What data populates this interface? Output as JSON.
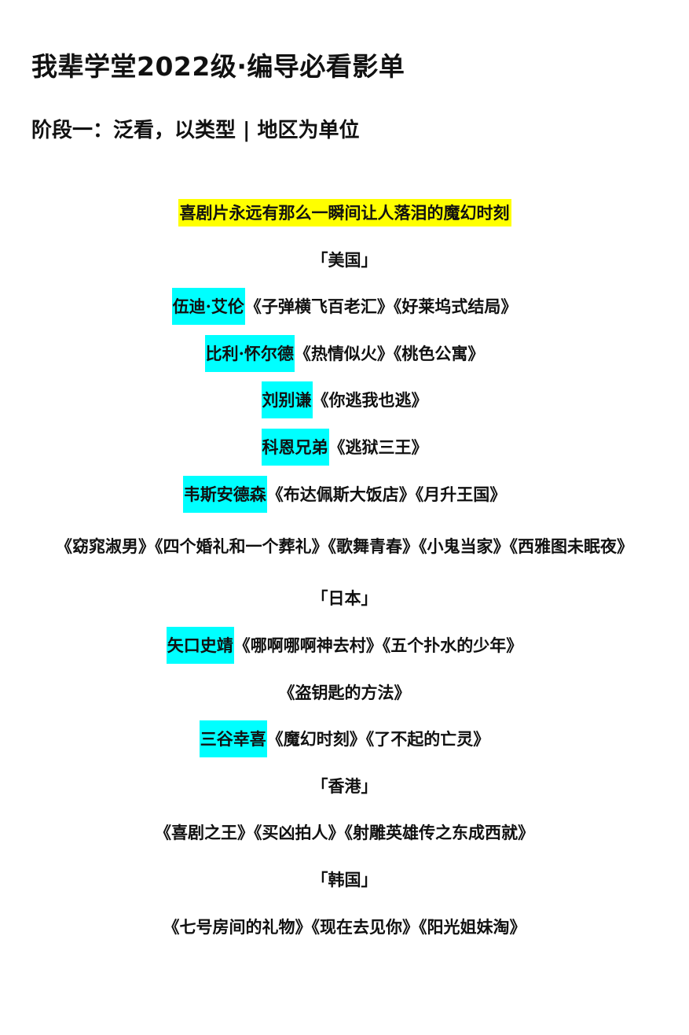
{
  "doc": {
    "title": "我辈学堂2022级·编导必看影单",
    "stage": "阶段一：泛看，以类型 | 地区为单位"
  },
  "section": {
    "heading": "喜剧片永远有那么一瞬间让人落泪的魔幻时刻",
    "regions": {
      "usa": "「美国」",
      "japan": "「日本」",
      "hongkong": "「香港」",
      "korea": "「韩国」"
    },
    "directors": [
      {
        "name": "伍迪·艾伦",
        "films": "《子弹横飞百老汇》《好莱坞式结局》"
      },
      {
        "name": "比利·怀尔德",
        "films": "《热情似火》《桃色公寓》"
      },
      {
        "name": "刘别谦",
        "films": "《你逃我也逃》"
      },
      {
        "name": "科恩兄弟",
        "films": "《逃狱三王》"
      },
      {
        "name": "韦斯安德森",
        "films": "《布达佩斯大饭店》《月升王国》"
      }
    ],
    "usa_others": "《窈窕淑男》《四个婚礼和一个葬礼》《歌舞青春》《小鬼当家》《西雅图未眠夜》",
    "japan_directors": [
      {
        "name": "矢口史靖",
        "films": "《哪啊哪啊神去村》《五个扑水的少年》"
      },
      {
        "name": "三谷幸喜",
        "films": "《魔幻时刻》《了不起的亡灵》"
      }
    ],
    "japan_extra": "《盗钥匙的方法》",
    "hongkong_films": "《喜剧之王》《买凶拍人》《射雕英雄传之东成西就》",
    "korea_films": "《七号房间的礼物》《现在去见你》《阳光姐妹淘》"
  }
}
